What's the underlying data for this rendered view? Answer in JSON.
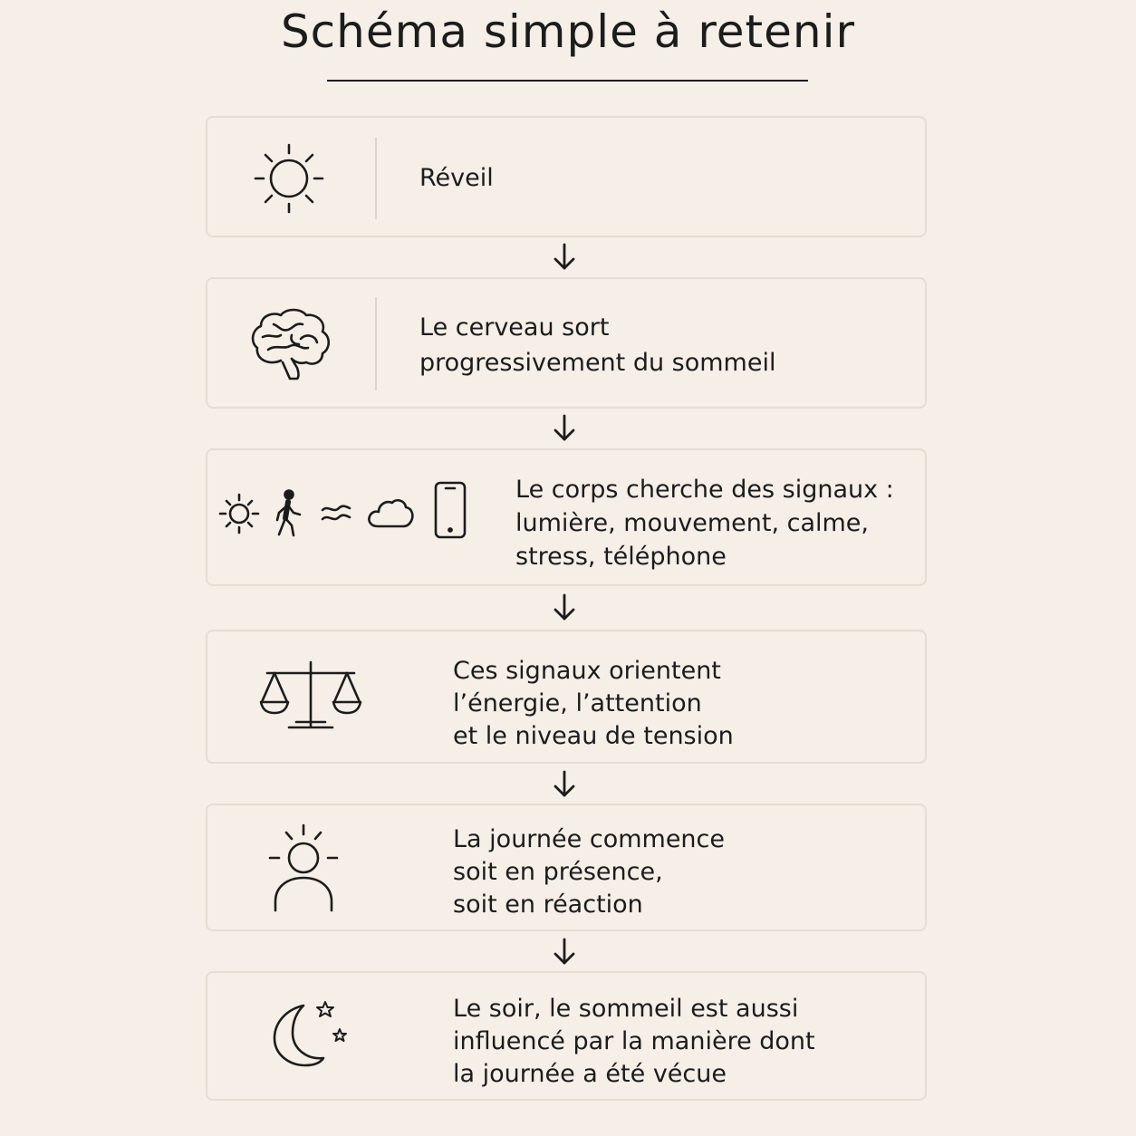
{
  "title": "Schéma simple à retenir",
  "steps": [
    {
      "icon": "sun-icon",
      "text": "Réveil"
    },
    {
      "icon": "brain-icon",
      "text": "Le cerveau sort\nprogressivement du sommeil"
    },
    {
      "icons": [
        "sun-icon",
        "walking-person-icon",
        "wave-icon",
        "cloud-icon",
        "phone-icon"
      ],
      "text": "Le corps cherche des signaux :\nlumière, mouvement, calme,\nstress, téléphone"
    },
    {
      "icon": "balance-scale-icon",
      "text": "Ces signaux orientent\nl’énergie, l’attention\net le niveau de tension"
    },
    {
      "icon": "person-sunrise-icon",
      "text": "La journée commence\nsoit en présence,\nsoit en réaction"
    },
    {
      "icon": "moon-stars-icon",
      "text": "Le soir, le sommeil est aussi\ninfluencé par la manière dont\nla journée a été vécue"
    }
  ]
}
